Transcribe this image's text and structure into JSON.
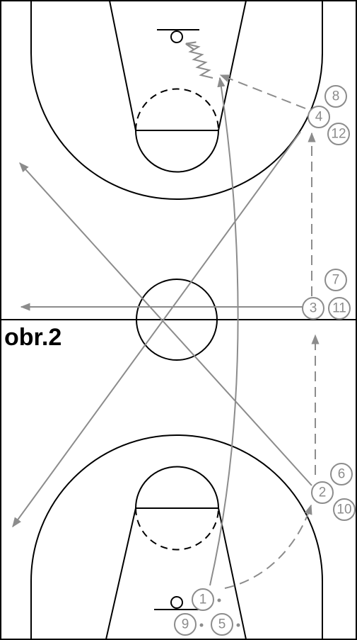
{
  "diagram": {
    "label": "obr.2",
    "colors": {
      "court": "#000000",
      "play": "#8c8c8c",
      "background": "#ffffff"
    },
    "players": [
      {
        "id": "p1",
        "number": "1"
      },
      {
        "id": "p2",
        "number": "2"
      },
      {
        "id": "p3",
        "number": "3"
      },
      {
        "id": "p4",
        "number": "4"
      },
      {
        "id": "p5",
        "number": "5"
      },
      {
        "id": "p6",
        "number": "6"
      },
      {
        "id": "p7",
        "number": "7"
      },
      {
        "id": "p8",
        "number": "8"
      },
      {
        "id": "p9",
        "number": "9"
      },
      {
        "id": "p10",
        "number": "10"
      },
      {
        "id": "p11",
        "number": "11"
      },
      {
        "id": "p12",
        "number": "12"
      }
    ]
  }
}
